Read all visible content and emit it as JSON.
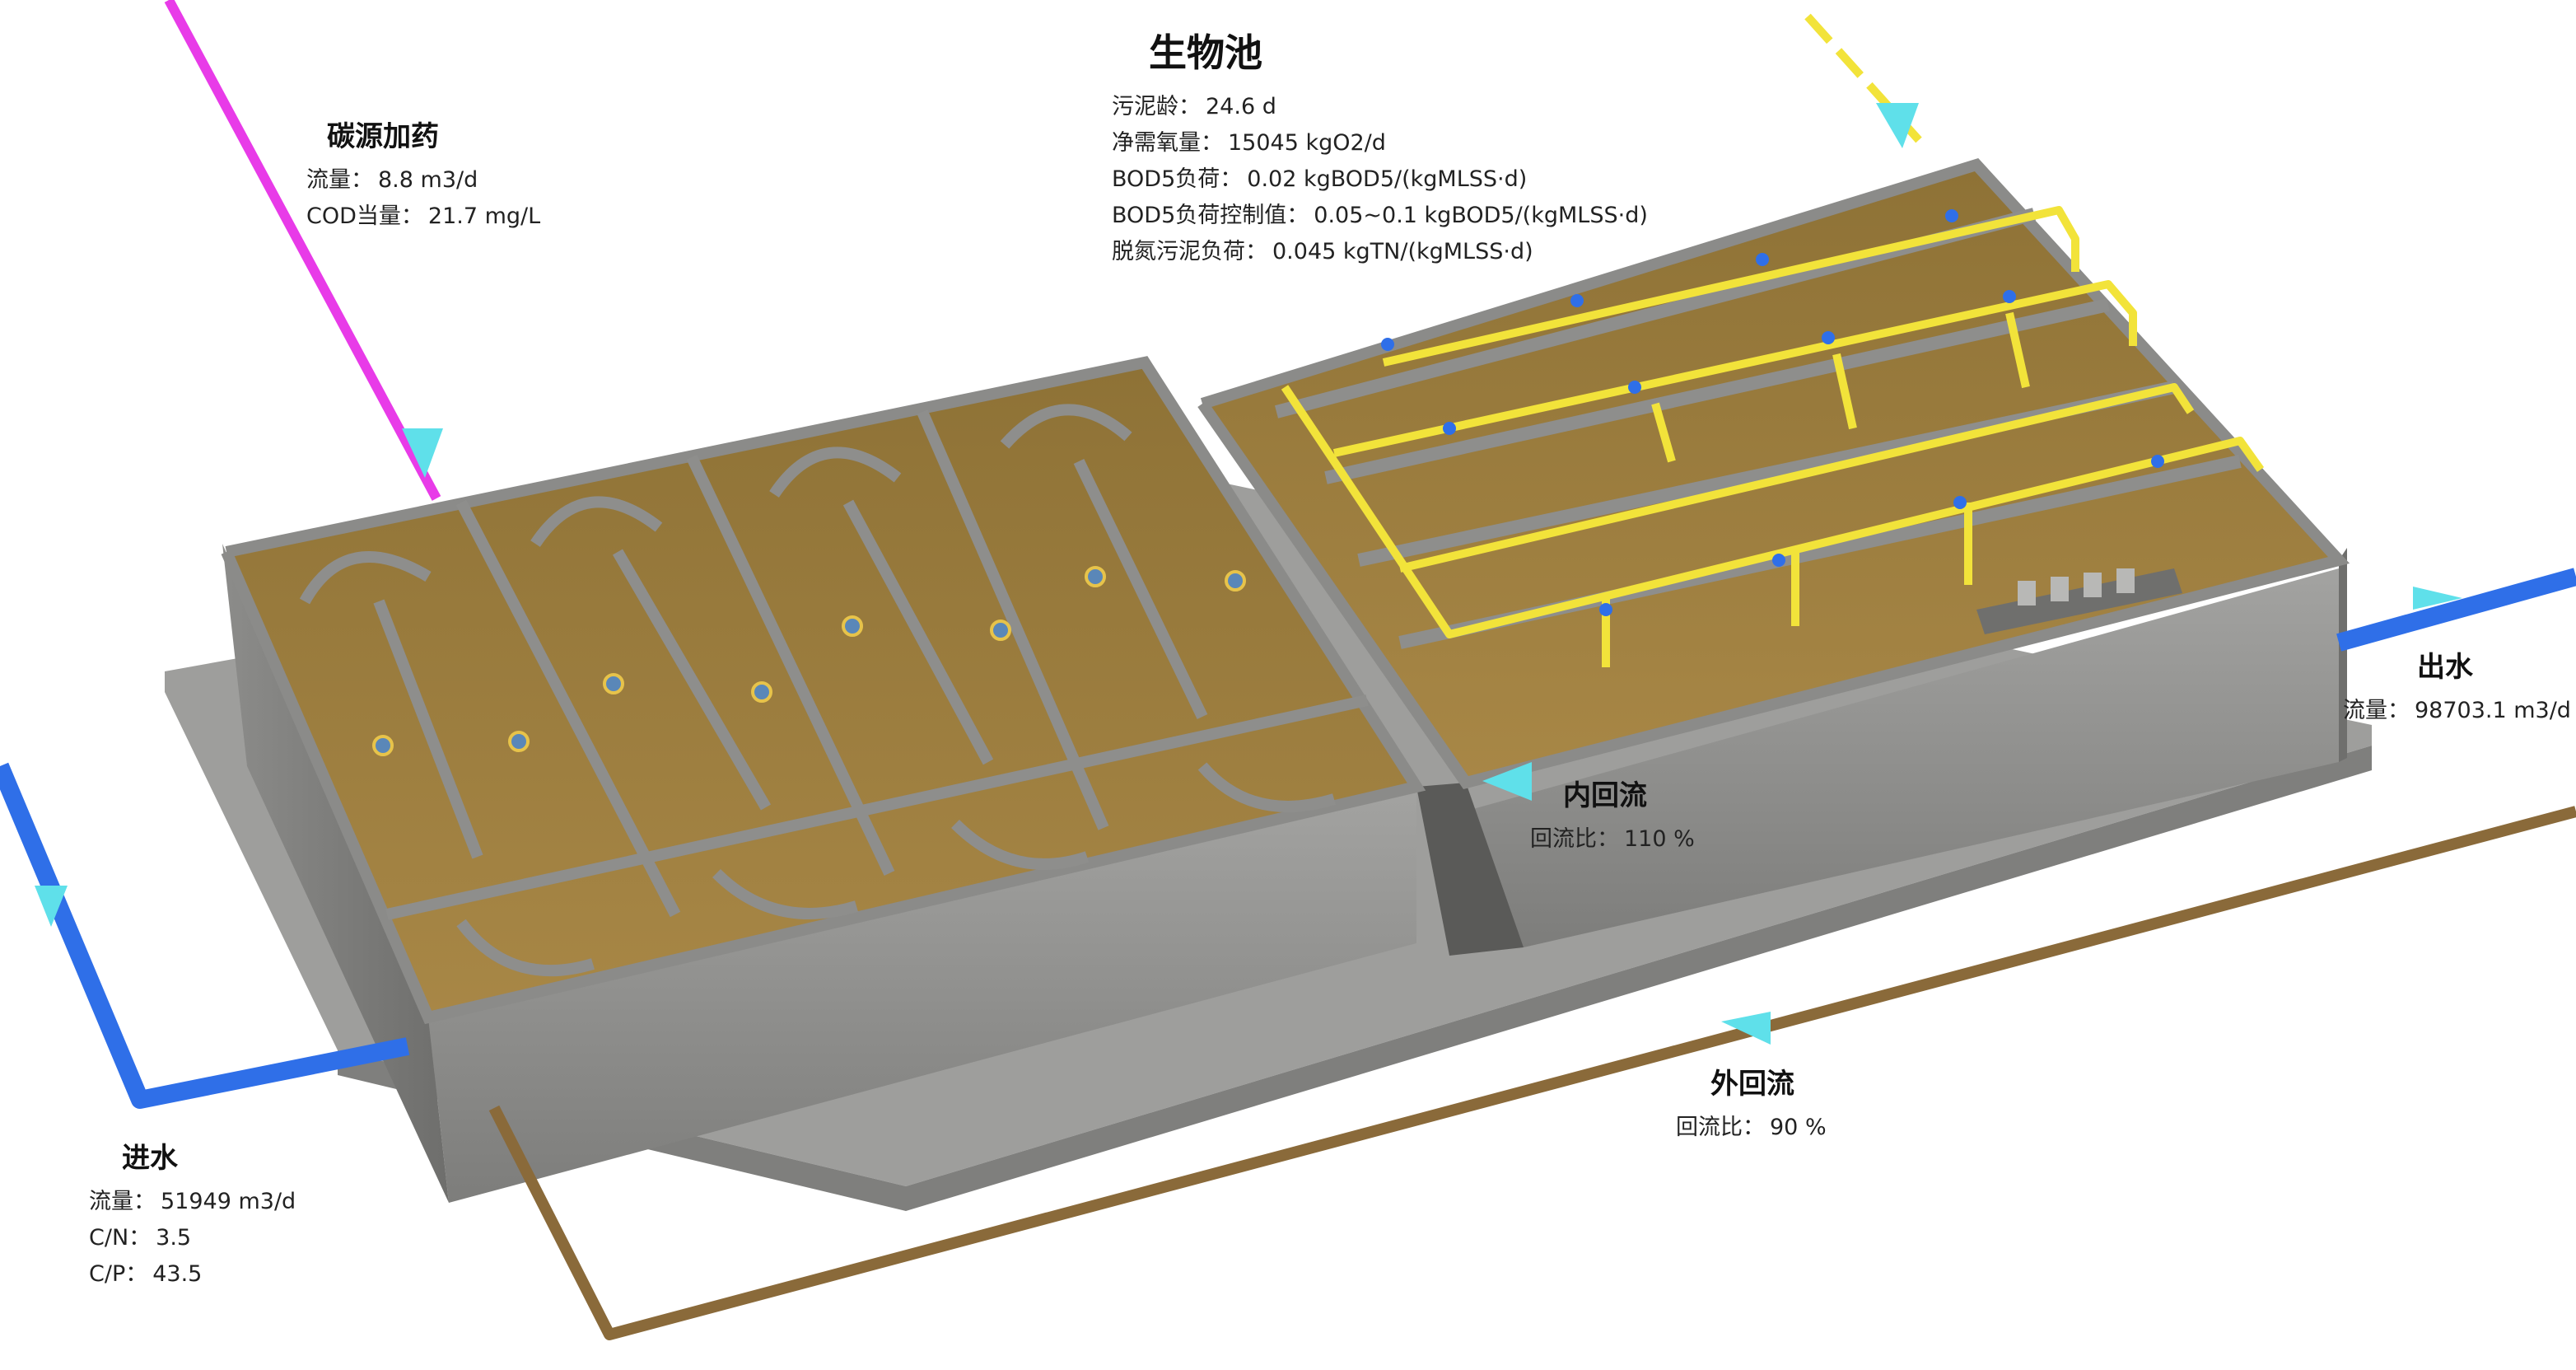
{
  "bio_tank": {
    "title": "生物池",
    "rows": [
      {
        "label": "污泥龄：",
        "value": "24.6 d"
      },
      {
        "label": "净需氧量：",
        "value": "15045 kgO2/d"
      },
      {
        "label": "BOD5负荷：",
        "value": "0.02 kgBOD5/(kgMLSS·d)"
      },
      {
        "label": "BOD5负荷控制值：",
        "value": "0.05~0.1 kgBOD5/(kgMLSS·d)"
      },
      {
        "label": "脱氮污泥负荷：",
        "value": "0.045 kgTN/(kgMLSS·d)"
      }
    ]
  },
  "carbon_dosing": {
    "title": "碳源加药",
    "rows": [
      {
        "label": "流量：",
        "value": "8.8 m3/d"
      },
      {
        "label": "COD当量：",
        "value": "21.7 mg/L"
      }
    ]
  },
  "inlet": {
    "title": "进水",
    "rows": [
      {
        "label": "流量：",
        "value": "51949 m3/d"
      },
      {
        "label": "C/N：",
        "value": "3.5"
      },
      {
        "label": "C/P：",
        "value": "43.5"
      }
    ]
  },
  "outlet": {
    "title": "出水",
    "rows": [
      {
        "label": "流量：",
        "value": "98703.1 m3/d"
      }
    ]
  },
  "internal_recycle": {
    "title": "内回流",
    "rows": [
      {
        "label": "回流比：",
        "value": "110 %"
      }
    ]
  },
  "external_recycle": {
    "title": "外回流",
    "rows": [
      {
        "label": "回流比：",
        "value": "90 %"
      }
    ]
  },
  "colors": {
    "inlet_pipe": "#2f6fe8",
    "carbon_pipe": "#e83be8",
    "recycle_pipe": "#8a6a3a",
    "air_pipe": "#f2e33a",
    "arrow": "#5fe0ea",
    "concrete": "#9a9a98",
    "water": "#9a7a3a"
  }
}
